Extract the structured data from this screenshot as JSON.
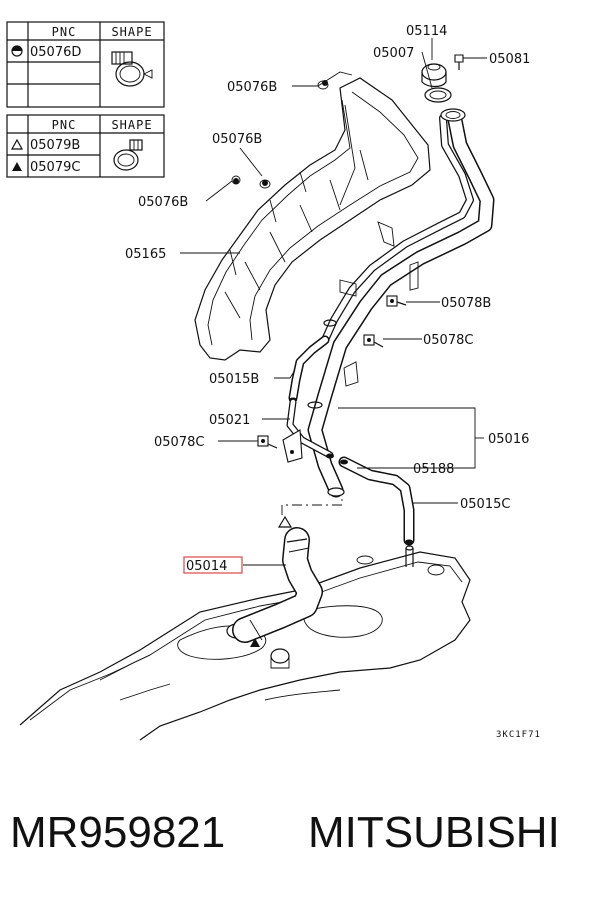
{
  "legend_table_1": {
    "header_pnc": "PNC",
    "header_shape": "SHAPE",
    "rows": [
      {
        "symbol": "half-filled-circle-icon",
        "pnc": "05076D"
      }
    ]
  },
  "legend_table_2": {
    "header_pnc": "PNC",
    "header_shape": "SHAPE",
    "rows": [
      {
        "symbol": "open-triangle-icon",
        "pnc": "05079B"
      },
      {
        "symbol": "filled-triangle-icon",
        "pnc": "05079C"
      }
    ]
  },
  "callouts": {
    "c05114": "05114",
    "c05007": "05007",
    "c05081": "05081",
    "c05076b_a": "05076B",
    "c05076b_b": "05076B",
    "c05076b_c": "05076B",
    "c05165": "05165",
    "c05078b": "05078B",
    "c05078c_a": "05078C",
    "c05015b": "05015B",
    "c05021": "05021",
    "c05016": "05016",
    "c05078c_b": "05078C",
    "c05188": "05188",
    "c05015c": "05015C",
    "c05014": "05014"
  },
  "highlight_color": "#e05555",
  "drawing_code": "3KC1F71",
  "footer": {
    "part_number": "MR959821",
    "brand": "MITSUBISHI"
  }
}
